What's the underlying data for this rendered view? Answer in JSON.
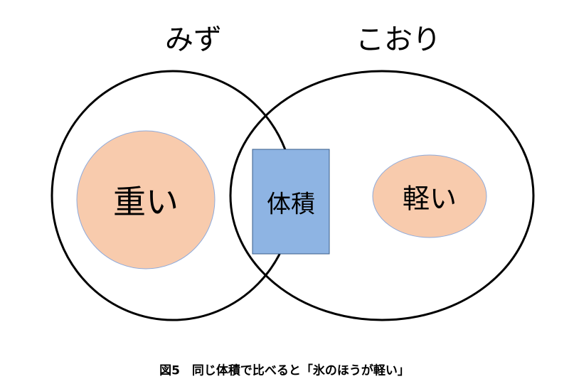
{
  "diagram": {
    "set_left_label": "みず",
    "set_right_label": "こおり",
    "left_item": "重い",
    "center_item": "体積",
    "right_item": "軽い",
    "caption": "図5　同じ体積で比べると「氷のほうが軽い」"
  },
  "colors": {
    "item_fill": "#f8cbad",
    "item_stroke": "#8eaadb",
    "box_fill": "#8eb4e3",
    "box_stroke": "#385d8a"
  }
}
